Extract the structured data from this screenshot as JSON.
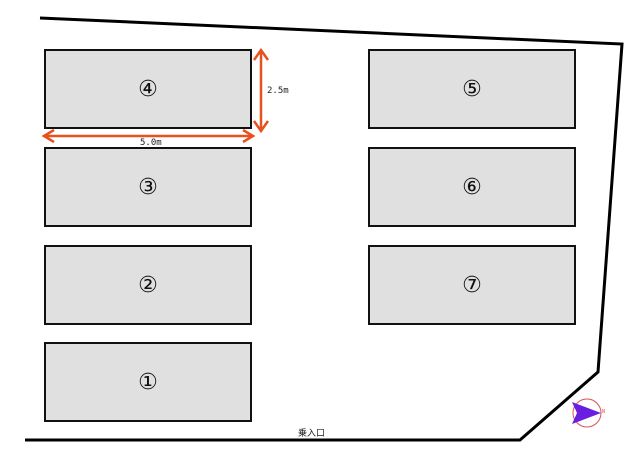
{
  "slots": {
    "s1": "①",
    "s2": "②",
    "s3": "③",
    "s4": "④",
    "s5": "⑤",
    "s6": "⑥",
    "s7": "⑦"
  },
  "dimensions": {
    "depth": "2.5m",
    "width": "5.0m"
  },
  "entrance_label": "乗入口",
  "compass": {
    "label": "N"
  },
  "colors": {
    "slot_fill": "#e0e0e0",
    "dimension_arrow": "#e8501e",
    "compass_arrow": "#6a1fe0",
    "compass_ring": "#e05050"
  }
}
